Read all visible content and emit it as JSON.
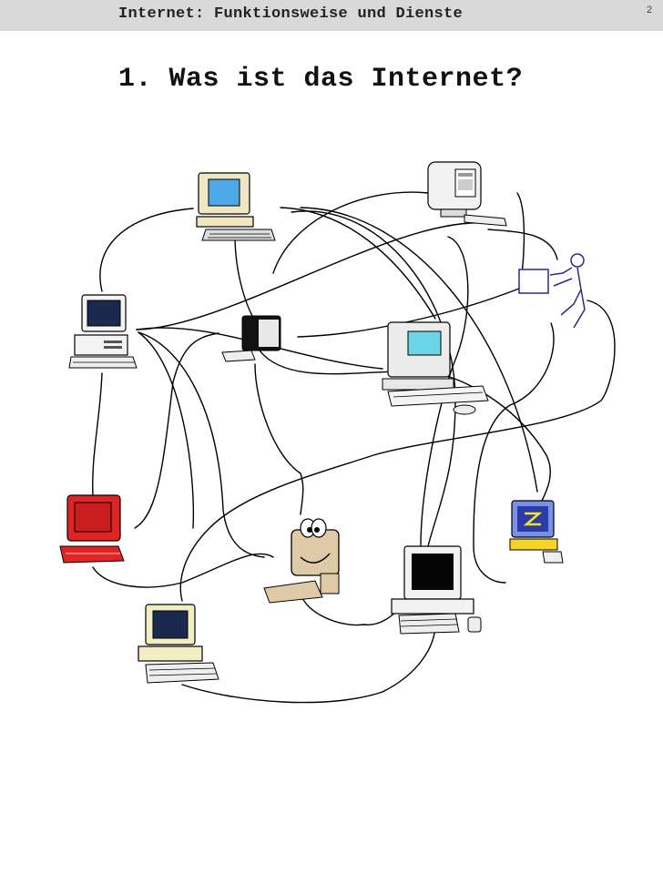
{
  "header": {
    "title": "Internet: Funktionsweise und Dienste",
    "page_number": "2"
  },
  "section": {
    "heading": "1. Was ist das Internet?"
  },
  "colors": {
    "header_bg": "#d9d9d9",
    "line": "#000000",
    "screen_blue": "#4fa8e8",
    "screen_teal": "#6cd6e8",
    "red_computer": "#e02424",
    "beige": "#f3edc4"
  },
  "illustration": {
    "icons": [
      "computer-icon",
      "computer-icon",
      "computer-icon",
      "computer-icon",
      "computer-icon",
      "computer-icon",
      "computer-icon",
      "computer-icon",
      "computer-icon",
      "computer-icon",
      "person-icon"
    ]
  }
}
